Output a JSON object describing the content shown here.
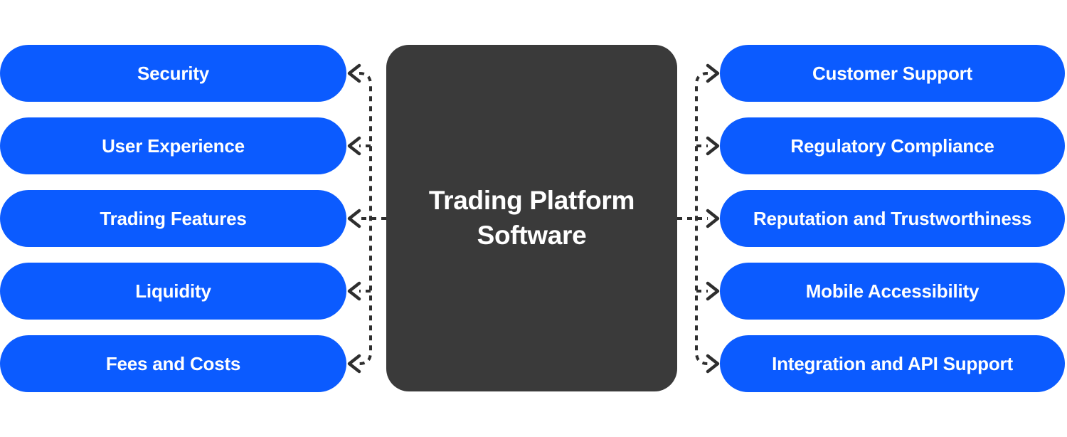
{
  "diagram": {
    "center": {
      "title": "Trading Platform Software"
    },
    "left_nodes": [
      {
        "label": "Security"
      },
      {
        "label": "User Experience"
      },
      {
        "label": "Trading Features"
      },
      {
        "label": "Liquidity"
      },
      {
        "label": "Fees and Costs"
      }
    ],
    "right_nodes": [
      {
        "label": "Customer Support"
      },
      {
        "label": "Regulatory Compliance"
      },
      {
        "label": "Reputation and Trustworthiness"
      },
      {
        "label": "Mobile Accessibility"
      },
      {
        "label": "Integration and API Support"
      }
    ]
  },
  "theme": {
    "background": "#FFFFFF",
    "node-color": "#0B5BFF",
    "node-text-color": "#FFFFFF",
    "center-color": "#3A3A3A",
    "center-text-color": "#FFFFFF",
    "connector-color": "#2E2E2E"
  }
}
